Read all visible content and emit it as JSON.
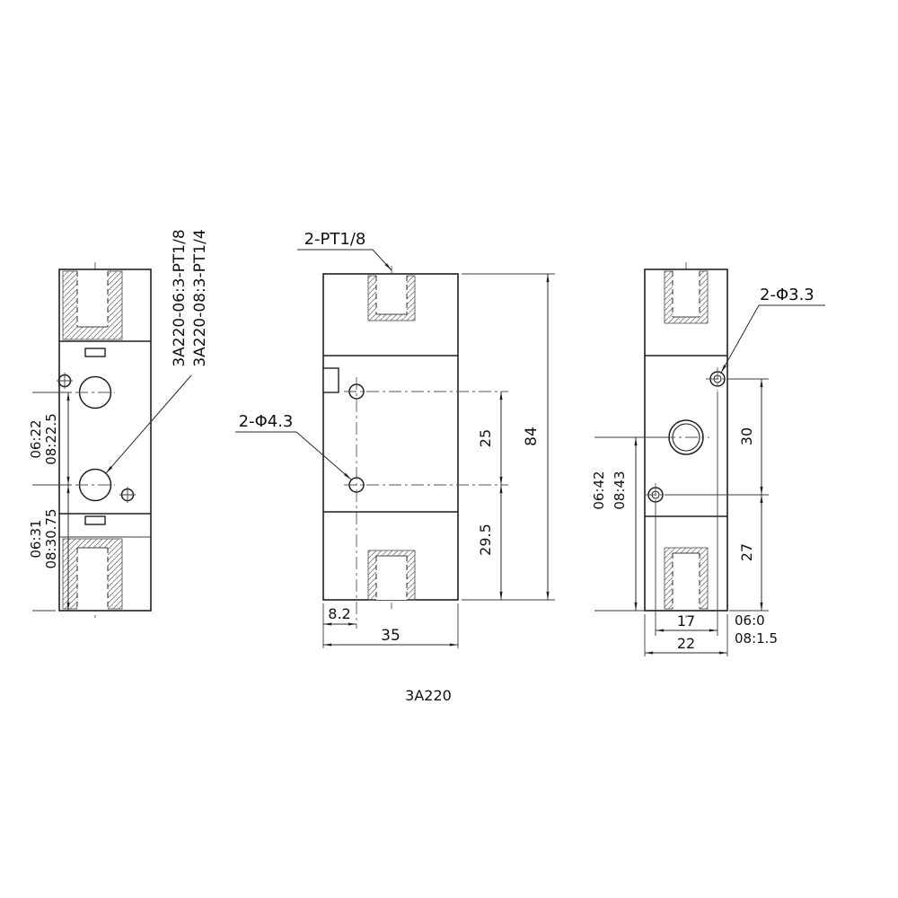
{
  "caption": "3A220",
  "left_view": {
    "model_label_top": "3A220-06:3-PT1/8",
    "model_label_bottom": "3A220-08:3-PT1/4",
    "dim_hole_spacing_a": "06:22",
    "dim_hole_spacing_b": "08:22.5",
    "dim_hole_bottom_a": "06:31",
    "dim_hole_bottom_b": "08:30.75"
  },
  "front_view": {
    "port_label": "2-PT1/8",
    "hole_label": "2-Φ4.3",
    "dim_hole_spacing": "25",
    "dim_height": "84",
    "dim_hole_bottom": "29.5",
    "dim_hole_offset": "8.2",
    "dim_width": "35"
  },
  "side_view": {
    "hole_label": "2-Φ3.3",
    "dim_top_holes": "30",
    "dim_bottom_hole": "27",
    "dim_center_a": "06:42",
    "dim_center_b": "08:43",
    "dim_hole_pitch": "17",
    "dim_depth": "22",
    "dim_offset_a": "06:0",
    "dim_offset_b": "08:1.5"
  }
}
